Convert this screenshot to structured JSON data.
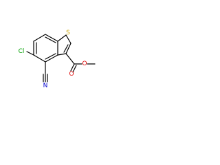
{
  "molecule": {
    "atoms": {
      "sulfur": "S",
      "chlorine": "Cl",
      "nitrogen": "N",
      "carbonyl_oxygen": "O",
      "ester_oxygen": "O"
    },
    "colors": {
      "bond": "#000000",
      "sulfur": "#c9a400",
      "oxygen": "#e00000",
      "chlorine": "#00a000",
      "nitrogen": "#0000d0"
    }
  }
}
